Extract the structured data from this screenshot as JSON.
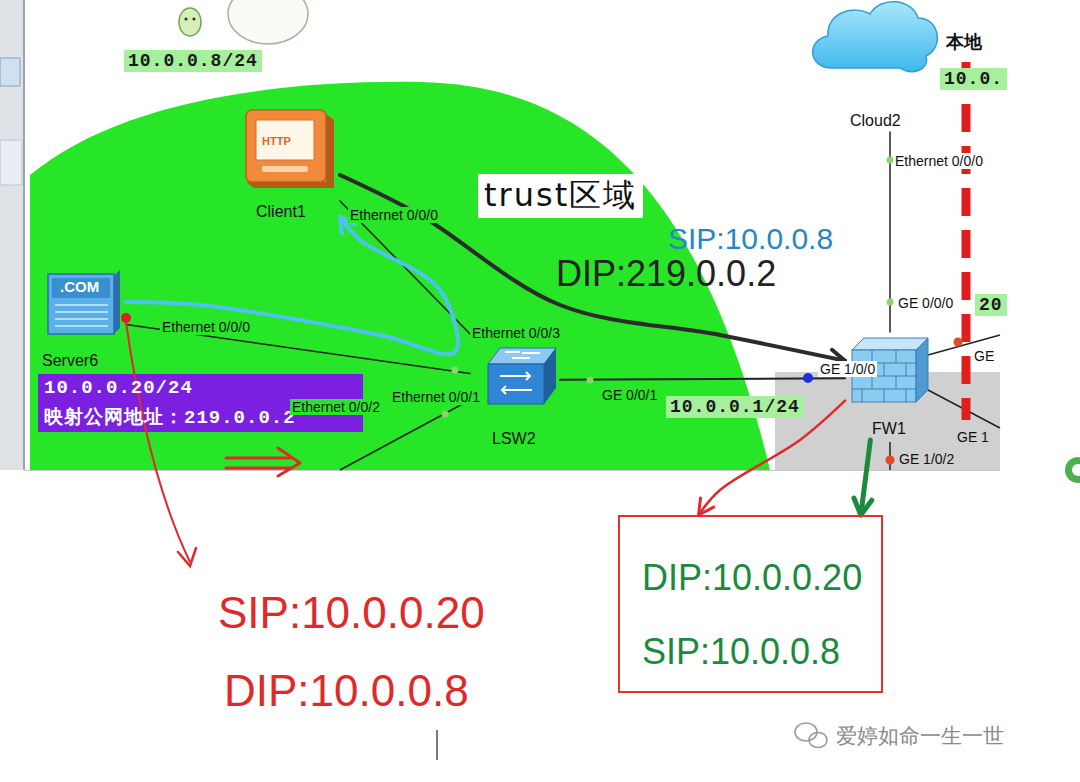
{
  "diagram": {
    "nodes": [
      {
        "text": [
          "trust区域"
        ]
      },
      {
        "text": [
          "HTTP",
          "Client1"
        ],
        "in": 0
      },
      {
        "text": [
          ".COM",
          "Server6"
        ],
        "in": 0
      },
      {
        "text": [
          "LSW2"
        ],
        "in": 0
      },
      {
        "text": [
          "Cloud2"
        ]
      },
      {
        "text": [
          "FW1"
        ]
      },
      {
        "text": [
          "DIP:10.0.0.20",
          "SIP:10.0.0.8"
        ]
      }
    ],
    "edges": [
      {
        "from": 1,
        "to": 3,
        "arrow": "none"
      },
      {
        "from": 2,
        "to": 3,
        "arrow": "none"
      },
      {
        "from": 3,
        "to": 5,
        "arrow": "none"
      },
      {
        "from": 4,
        "to": 5,
        "arrow": "none"
      },
      {
        "from": 1,
        "to": 5,
        "arrow": "to"
      },
      {
        "from": 2,
        "to": 1,
        "arrow": "to"
      },
      {
        "from": 5,
        "to": 6,
        "arrow": "to"
      },
      {
        "from": 5,
        "to": 6,
        "arrow": "to"
      }
    ],
    "labels": [
      "10.0.0.8/24",
      "Ethernet 0/0/0",
      "SIP:10.0.0.8",
      "DIP:219.0.0.2",
      "本地",
      "10.0.",
      "Ethernet 0/0/0",
      "GE 0/0/0",
      "20",
      "GE",
      "Ethernet 0/0/0",
      "10.0.0.20/24",
      "映射公网地址：219.0.0.2",
      "Ethernet 0/0/3",
      "Ethernet 0/0/1",
      "Ethernet 0/0/2",
      "GE 0/0/1",
      "10.0.0.1/24",
      "GE 1/0/0",
      "GE 1/0/2",
      "GE 1",
      "SIP:10.0.0.20",
      "DIP:10.0.0.8",
      "爱婷如命一生一世"
    ]
  }
}
